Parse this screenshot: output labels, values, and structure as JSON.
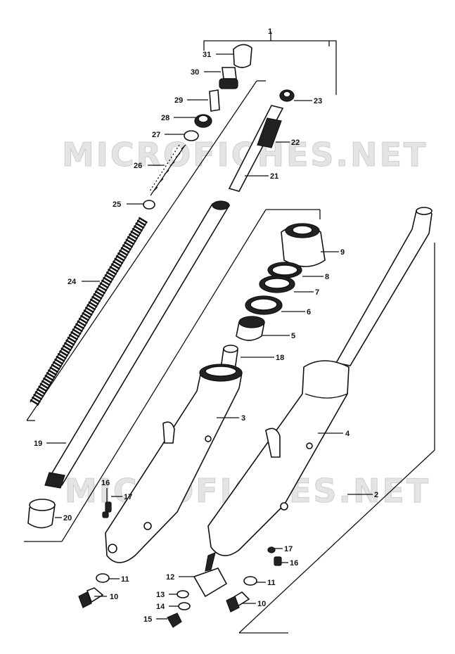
{
  "watermark": {
    "text_top": "MICROFICHES.NET",
    "text_bottom": "MICROFICHES.NET"
  },
  "callouts": [
    {
      "id": "p1",
      "label": "1"
    },
    {
      "id": "p2",
      "label": "2"
    },
    {
      "id": "p3",
      "label": "3"
    },
    {
      "id": "p4",
      "label": "4"
    },
    {
      "id": "p5",
      "label": "5"
    },
    {
      "id": "p6",
      "label": "6"
    },
    {
      "id": "p7",
      "label": "7"
    },
    {
      "id": "p8",
      "label": "8"
    },
    {
      "id": "p9",
      "label": "9"
    },
    {
      "id": "p10a",
      "label": "10"
    },
    {
      "id": "p10b",
      "label": "10"
    },
    {
      "id": "p11a",
      "label": "11"
    },
    {
      "id": "p11b",
      "label": "11"
    },
    {
      "id": "p12",
      "label": "12"
    },
    {
      "id": "p13",
      "label": "13"
    },
    {
      "id": "p14",
      "label": "14"
    },
    {
      "id": "p15",
      "label": "15"
    },
    {
      "id": "p16a",
      "label": "16"
    },
    {
      "id": "p16b",
      "label": "16"
    },
    {
      "id": "p17a",
      "label": "17"
    },
    {
      "id": "p17b",
      "label": "17"
    },
    {
      "id": "p18",
      "label": "18"
    },
    {
      "id": "p19",
      "label": "19"
    },
    {
      "id": "p20",
      "label": "20"
    },
    {
      "id": "p21",
      "label": "21"
    },
    {
      "id": "p22",
      "label": "22"
    },
    {
      "id": "p23",
      "label": "23"
    },
    {
      "id": "p24",
      "label": "24"
    },
    {
      "id": "p25",
      "label": "25"
    },
    {
      "id": "p26",
      "label": "26"
    },
    {
      "id": "p27",
      "label": "27"
    },
    {
      "id": "p28",
      "label": "28"
    },
    {
      "id": "p29",
      "label": "29"
    },
    {
      "id": "p30",
      "label": "30"
    },
    {
      "id": "p31",
      "label": "31"
    }
  ]
}
